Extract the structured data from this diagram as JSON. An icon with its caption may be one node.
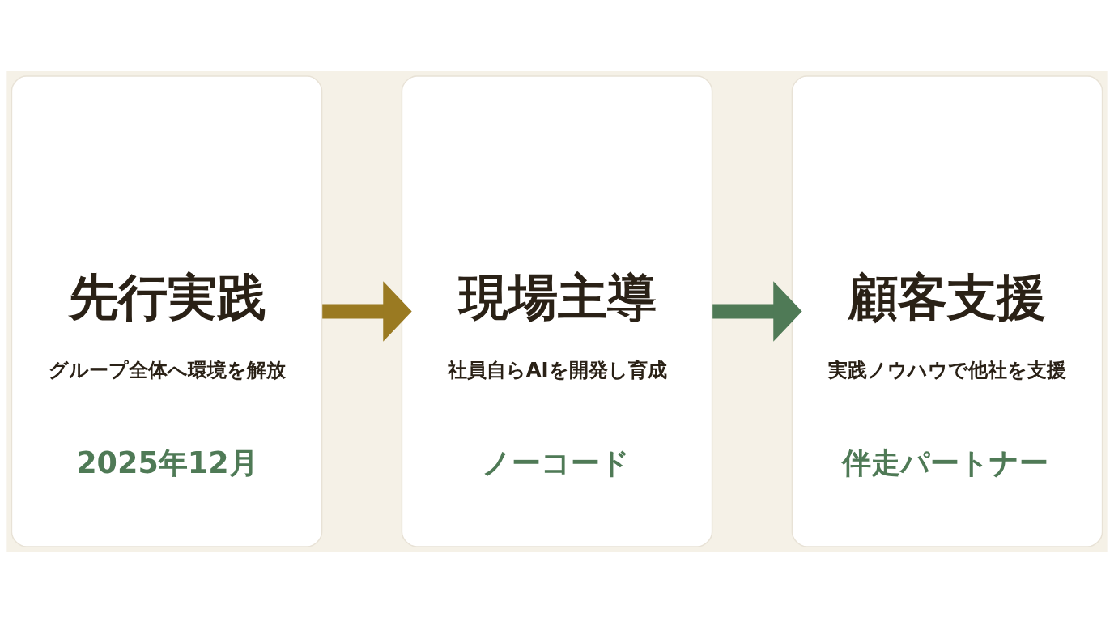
{
  "diagram": {
    "nodes": [
      {
        "text": [
          "先行実践",
          "グループ全体へ環境を解放",
          "2025年12月"
        ]
      },
      {
        "text": [
          "現場主導",
          "社員自らAIを開発し育成",
          "ノーコード"
        ]
      },
      {
        "text": [
          "顧客支援",
          "実践ノウハウで他社を支援",
          "伴走パートナー"
        ]
      }
    ],
    "edges": [
      {
        "from": 0,
        "to": 1,
        "arrow": "to",
        "color": "#9a7a22"
      },
      {
        "from": 1,
        "to": 2,
        "arrow": "to",
        "color": "#4f7a56"
      }
    ]
  }
}
